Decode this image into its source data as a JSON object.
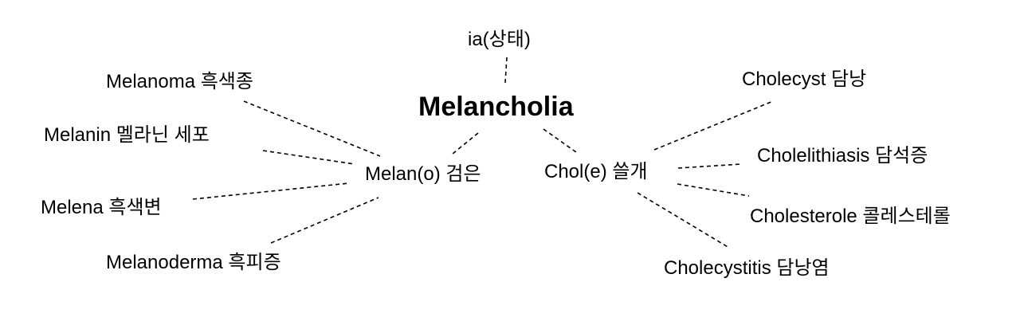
{
  "center": {
    "label": "Melancholia"
  },
  "top": {
    "label": "ia(상태)"
  },
  "roots": {
    "melan": {
      "label": "Melan(o) 검은"
    },
    "chol": {
      "label": "Chol(e) 쓸개"
    }
  },
  "melan_words": [
    {
      "label": "Melanoma 흑색종"
    },
    {
      "label": "Melanin 멜라닌 세포"
    },
    {
      "label": "Melena 흑색변"
    },
    {
      "label": "Melanoderma 흑피증"
    }
  ],
  "chol_words": [
    {
      "label": "Cholecyst 담낭"
    },
    {
      "label": "Cholelithiasis 담석증"
    },
    {
      "label": "Cholesterole 콜레스테롤"
    },
    {
      "label": "Cholecystitis 담낭염"
    }
  ],
  "colors": {
    "text": "#000000",
    "line": "#000000",
    "background": "#ffffff"
  }
}
